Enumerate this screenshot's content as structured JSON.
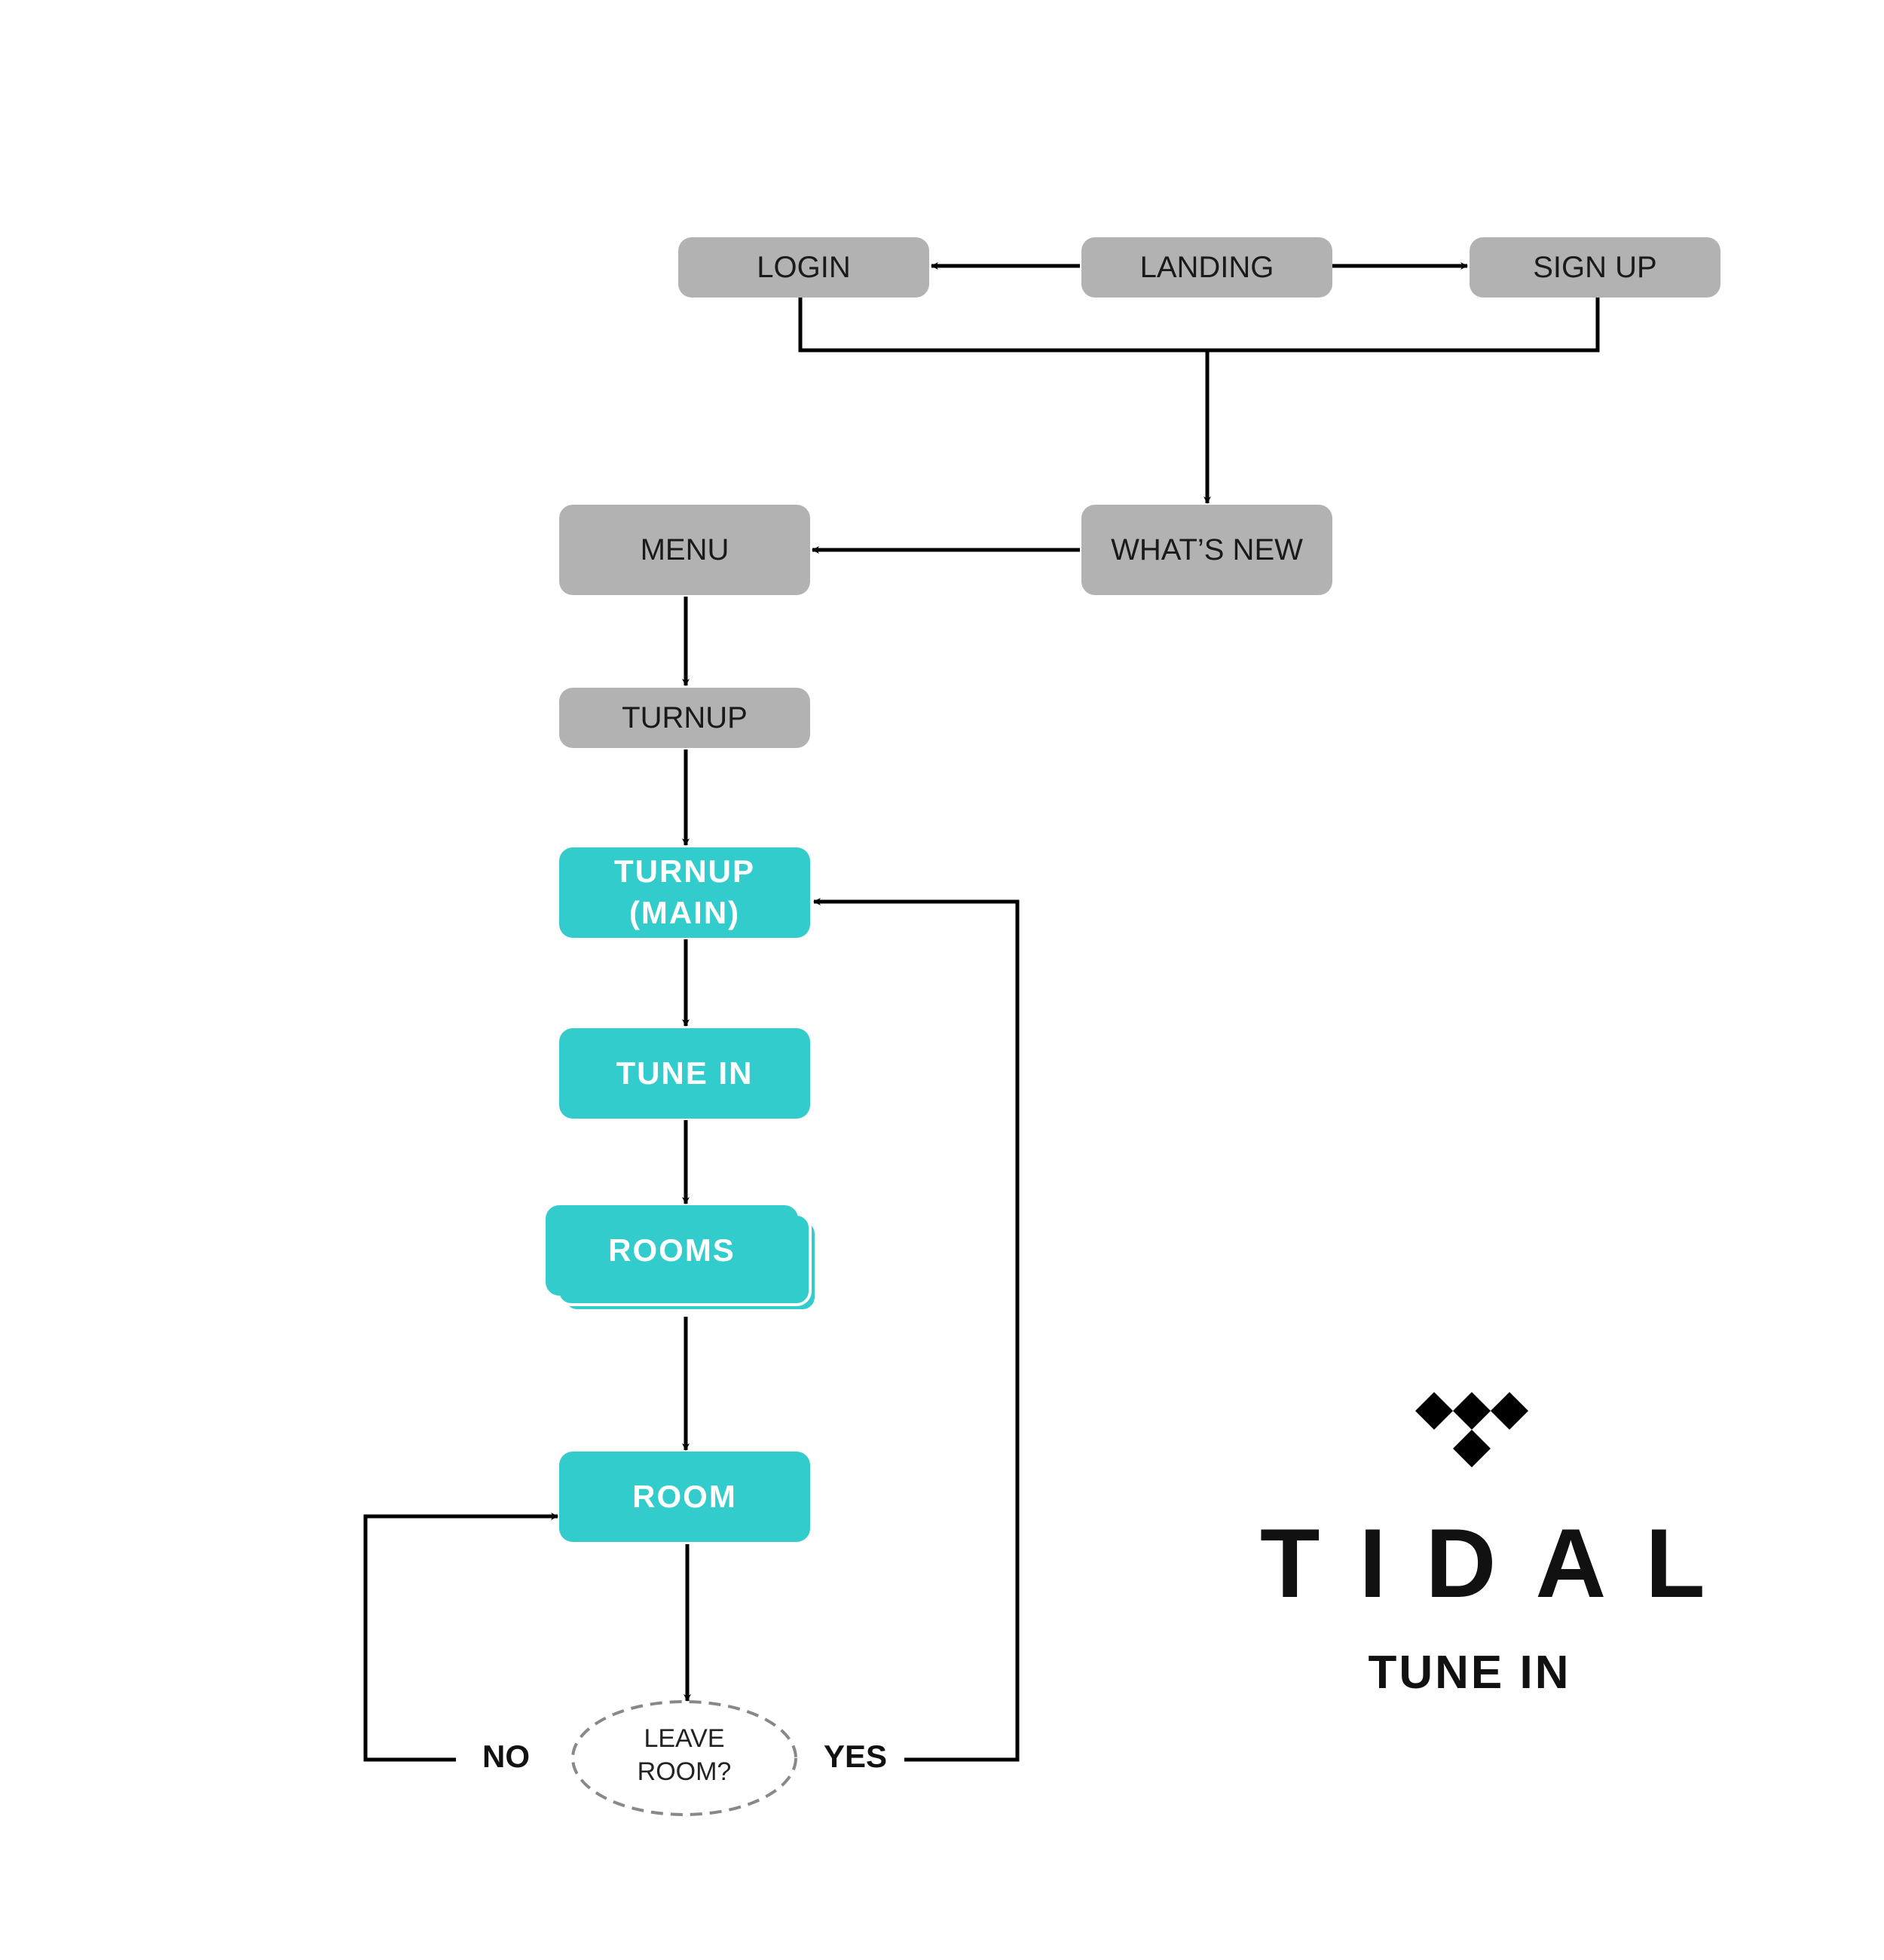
{
  "nodes": {
    "login": "LOGIN",
    "landing": "LANDING",
    "signup": "SIGN UP",
    "whats_new": "WHAT’S NEW",
    "menu": "MENU",
    "turnup": "TURNUP",
    "turnup_main_line1": "TURNUP",
    "turnup_main_line2": "(MAIN)",
    "tune_in": "TUNE IN",
    "rooms": "ROOMS",
    "room": "ROOM",
    "leave_room_line1": "LEAVE",
    "leave_room_line2": "ROOM?"
  },
  "labels": {
    "no": "NO",
    "yes": "YES"
  },
  "brand": {
    "logo": "TIDAL",
    "subtitle": "TUNE IN"
  },
  "colors": {
    "gray_node": "#b2b2b2",
    "teal_node": "#33cccc",
    "line": "#000000"
  }
}
